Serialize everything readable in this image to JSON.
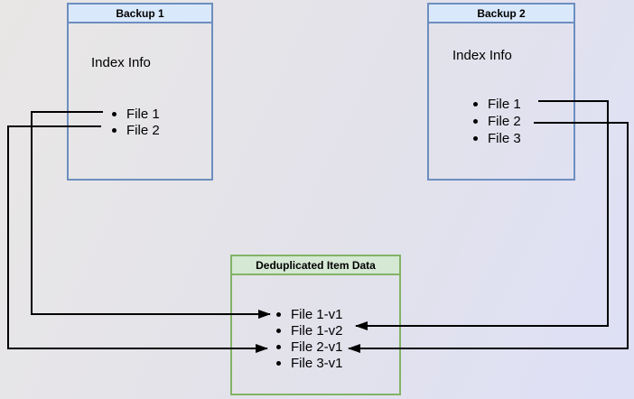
{
  "diagram": {
    "backup1": {
      "title": "Backup 1",
      "subtitle": "Index Info",
      "files": [
        "File 1",
        "File 2"
      ]
    },
    "backup2": {
      "title": "Backup 2",
      "subtitle": "Index Info",
      "files": [
        "File 1",
        "File 2",
        "File 3"
      ]
    },
    "dedup": {
      "title": "Deduplicated Item Data",
      "items": [
        "File 1-v1",
        "File 1-v2",
        "File 2-v1",
        "File 3-v1"
      ]
    },
    "arrows": [
      {
        "from": "Backup 1 / File 1",
        "to": "Deduplicated Item Data / File 1-v1"
      },
      {
        "from": "Backup 1 / File 2",
        "to": "Deduplicated Item Data / File 2-v1"
      },
      {
        "from": "Backup 2 / File 1",
        "to": "Deduplicated Item Data / File 1-v2"
      },
      {
        "from": "Backup 2 / File 2",
        "to": "Deduplicated Item Data / File 2-v1"
      }
    ]
  },
  "colors": {
    "blue_border": "#6c8ebf",
    "blue_fill": "#dae8fc",
    "green_border": "#82b366",
    "green_fill": "#d5e8d4",
    "line_color": "#000000",
    "text_color": "#000000",
    "bg_start": "#e9e7e5",
    "bg_mid": "#e3e2ea",
    "bg_end": "#dee0f6"
  }
}
